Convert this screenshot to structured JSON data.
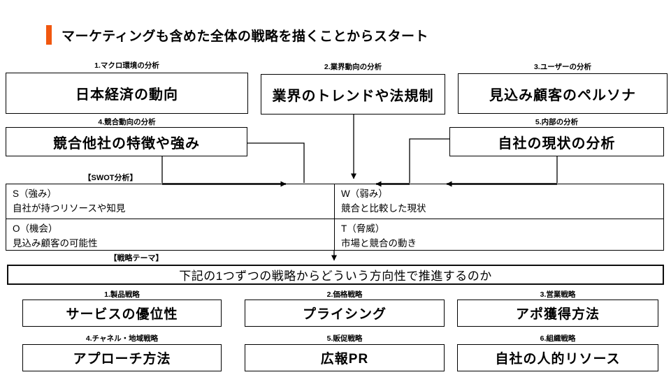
{
  "title": {
    "text": "マーケティングも含めた全体の戦略を描くことからスタート",
    "accent_color": "#F1570F"
  },
  "analysis": {
    "macro": {
      "label": "1.マクロ環境の分析",
      "text": "日本経済の動向"
    },
    "industry": {
      "label": "2.業界動向の分析",
      "text": "業界のトレンドや法規制"
    },
    "user": {
      "label": "3.ユーザーの分析",
      "text": "見込み顧客のペルソナ"
    },
    "competitor": {
      "label": "4.競合動向の分析",
      "text": "競合他社の特徴や強み"
    },
    "internal": {
      "label": "5.内部の分析",
      "text": "自社の現状の分析"
    }
  },
  "swot": {
    "section_label": "【SWOT分析】",
    "s": {
      "title": "S（強み）",
      "desc": "自社が持つリソースや知見"
    },
    "w": {
      "title": "W（弱み）",
      "desc": "競合と比較した現状"
    },
    "o": {
      "title": "O（機会）",
      "desc": "見込み顧客の可能性"
    },
    "t": {
      "title": "T（脅威）",
      "desc": "市場と競合の動き"
    }
  },
  "theme": {
    "section_label": "【戦略テーマ】",
    "text": "下記の1つずつの戦略からどういう方向性で推進するのか"
  },
  "strategies": {
    "product": {
      "label": "1.製品戦略",
      "text": "サービスの優位性"
    },
    "price": {
      "label": "2.価格戦略",
      "text": "プライシング"
    },
    "sales": {
      "label": "3.営業戦略",
      "text": "アポ獲得方法"
    },
    "channel": {
      "label": "4.チャネル・地域戦略",
      "text": "アプローチ方法"
    },
    "promotion": {
      "label": "5.販促戦略",
      "text": "広報PR"
    },
    "org": {
      "label": "6.組織戦略",
      "text": "自社の人的リソース"
    }
  }
}
